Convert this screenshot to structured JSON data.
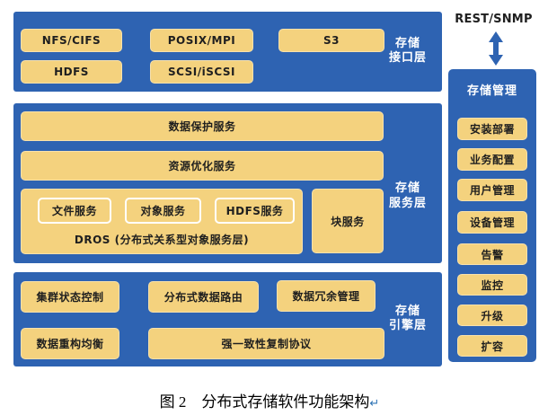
{
  "colors": {
    "panel_blue": "#2E63B2",
    "box_yellow": "#F4D27E",
    "return_mark_blue": "#2E74B5"
  },
  "interface_layer": {
    "label": "存储\n接口层",
    "items": {
      "nfs_cifs": "NFS/CIFS",
      "posix_mpi": "POSIX/MPI",
      "s3": "S3",
      "hdfs": "HDFS",
      "scsi_iscsi": "SCSI/iSCSI"
    }
  },
  "service_layer": {
    "label": "存储\n服务层",
    "data_protection": "数据保护服务",
    "resource_optimization": "资源优化服务",
    "dros": {
      "file_service": "文件服务",
      "object_service": "对象服务",
      "hdfs_service": "HDFS服务",
      "caption": "DROS (分布式关系型对象服务层)"
    },
    "block_service": "块服务"
  },
  "engine_layer": {
    "label": "存储\n引擎层",
    "cluster_state": "集群状态控制",
    "data_routing": "分布式数据路由",
    "redundancy": "数据冗余管理",
    "rebalance": "数据重构均衡",
    "replication": "强一致性复制协议"
  },
  "management": {
    "protocol": "REST/SNMP",
    "header": "存储管理",
    "items": [
      "安装部署",
      "业务配置",
      "用户管理",
      "设备管理",
      "告警",
      "监控",
      "升级",
      "扩容"
    ]
  },
  "caption": {
    "text": "图 2　分布式存储软件功能架构",
    "return_mark": "↵"
  }
}
